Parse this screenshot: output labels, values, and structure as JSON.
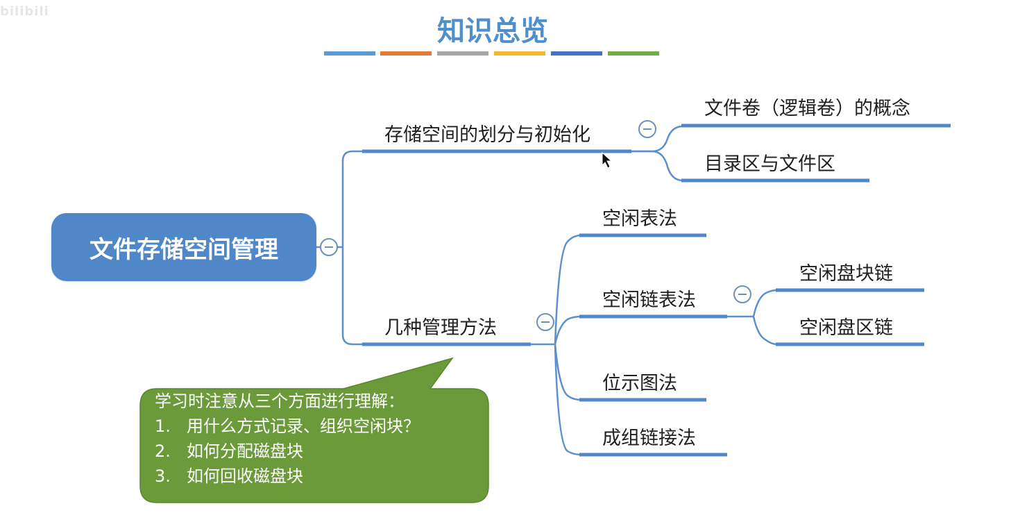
{
  "watermark": "bilibili",
  "title": "知识总览",
  "title_bar_colors": [
    "#5b9bd5",
    "#e07b39",
    "#a5a5a5",
    "#f2b830",
    "#4472c4",
    "#70ad47"
  ],
  "colors": {
    "root_fill": "#4f87c9",
    "branch": "#5b8fce",
    "callout_fill": "#6b9a3a"
  },
  "root": {
    "label": "文件存储空间管理"
  },
  "branch1": {
    "label": "存储空间的划分与初始化",
    "children": [
      "文件卷（逻辑卷）的概念",
      "目录区与文件区"
    ]
  },
  "branch2": {
    "label": "几种管理方法",
    "children": [
      "空闲表法",
      "空闲链表法",
      "位示图法",
      "成组链接法"
    ],
    "sub": {
      "parent": "空闲链表法",
      "children": [
        "空闲盘块链",
        "空闲盘区链"
      ]
    }
  },
  "collapse_icon": "minus-circle-icon",
  "callout": {
    "heading": "学习时注意从三个方面进行理解：",
    "items": [
      {
        "num": "1.",
        "text": "用什么方式记录、组织空闲块？"
      },
      {
        "num": "2.",
        "text": "如何分配磁盘块"
      },
      {
        "num": "3.",
        "text": "如何回收磁盘块"
      }
    ]
  }
}
